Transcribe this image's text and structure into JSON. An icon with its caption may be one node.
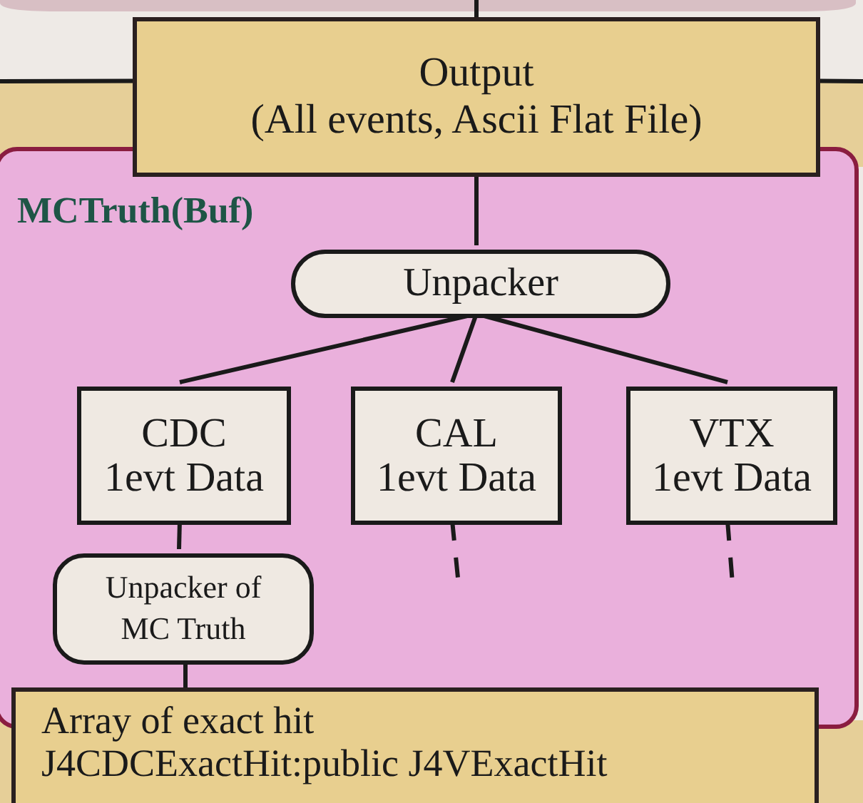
{
  "diagram": {
    "nodes": [
      {
        "text": [
          "Output",
          "(All events, Ascii Flat File)"
        ]
      },
      {
        "text": [
          "MCTruth(Buf)"
        ]
      },
      {
        "text": [
          "Unpacker"
        ],
        "in": 1
      },
      {
        "text": [
          "CDC",
          "1evt Data"
        ],
        "in": 1
      },
      {
        "text": [
          "CAL",
          "1evt Data"
        ],
        "in": 1
      },
      {
        "text": [
          "VTX",
          "1evt Data"
        ],
        "in": 1
      },
      {
        "text": [
          "Unpacker of MC Truth"
        ],
        "in": 1
      },
      {
        "text": [
          "Array of exact hit",
          "J4CDCExactHit:public J4VExactHit"
        ]
      }
    ],
    "edges": [
      {
        "from": null,
        "to": 0,
        "arrow": "none"
      },
      {
        "from": null,
        "to": 0,
        "arrow": "none"
      },
      {
        "from": null,
        "to": 0,
        "arrow": "none"
      },
      {
        "from": 0,
        "to": 2,
        "arrow": "none"
      },
      {
        "from": 2,
        "to": 3,
        "arrow": "none"
      },
      {
        "from": 2,
        "to": 4,
        "arrow": "none"
      },
      {
        "from": 2,
        "to": 5,
        "arrow": "none"
      },
      {
        "from": 3,
        "to": 6,
        "arrow": "none"
      },
      {
        "from": 6,
        "to": 7,
        "arrow": "none"
      },
      {
        "from": 4,
        "to": null,
        "arrow": "none",
        "style": "dashed"
      },
      {
        "from": 5,
        "to": null,
        "arrow": "none",
        "style": "dashed"
      }
    ]
  }
}
